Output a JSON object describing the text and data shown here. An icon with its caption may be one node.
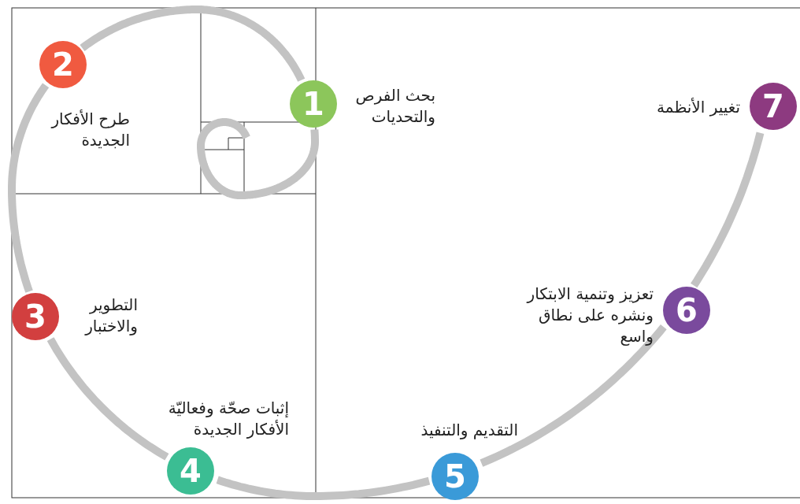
{
  "diagram": {
    "nodes": [
      {
        "text": [
          "1"
        ],
        "beside": [
          "بحث الفرص والتحديات"
        ]
      },
      {
        "text": [
          "2"
        ],
        "beside": [
          "طرح الأفكار الجديدة"
        ]
      },
      {
        "text": [
          "3"
        ],
        "beside": [
          "التطوير والاختبار"
        ]
      },
      {
        "text": [
          "4"
        ],
        "beside": [
          "إثبات صحّة وفعاليّة الأفكار الجديدة"
        ]
      },
      {
        "text": [
          "5"
        ],
        "beside": [
          "التقديم والتنفيذ"
        ]
      },
      {
        "text": [
          "6"
        ],
        "beside": [
          "تعزيز وتنمية الابتكار ونشره على نطاق واسع"
        ]
      },
      {
        "text": [
          "7"
        ],
        "beside": [
          "تغيير الأنظمة"
        ]
      }
    ],
    "edges": [
      {
        "from": null,
        "to": 0,
        "arrow": "none"
      },
      {
        "from": 0,
        "to": 1,
        "arrow": "none"
      },
      {
        "from": 1,
        "to": 2,
        "arrow": "none"
      },
      {
        "from": 2,
        "to": 3,
        "arrow": "none"
      },
      {
        "from": 3,
        "to": 4,
        "arrow": "none"
      },
      {
        "from": 4,
        "to": 5,
        "arrow": "none"
      },
      {
        "from": 5,
        "to": 6,
        "arrow": "none"
      }
    ]
  }
}
